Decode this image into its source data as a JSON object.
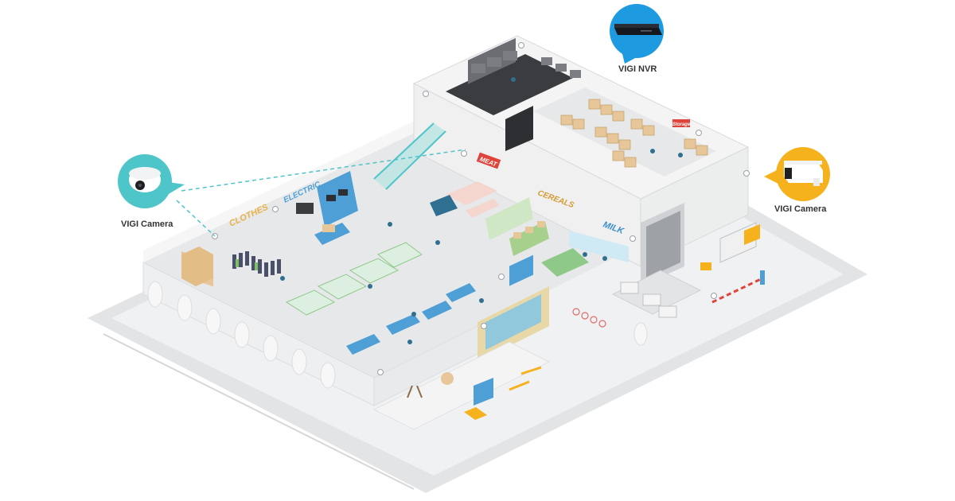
{
  "callouts": {
    "left_camera": {
      "label": "VIGI Camera",
      "bubble_color": "#4ec5c9",
      "icon": "dome-camera-icon"
    },
    "nvr": {
      "label": "VIGI NVR",
      "bubble_color": "#1e9be0",
      "icon": "nvr-recorder-icon"
    },
    "right_camera": {
      "label": "VIGI Camera",
      "bubble_color": "#f5b21d",
      "icon": "bullet-camera-icon"
    }
  },
  "signs": {
    "clothes": "CLOTHES",
    "electric": "ELECTRIC",
    "meat": "MEAT",
    "cereals": "CEREALS",
    "milk": "MILK",
    "storage": "Storage"
  },
  "colors": {
    "floor": "#e6e7e9",
    "wall": "#f2f3f4",
    "road": "#e0e1e3",
    "coverage_line": "#4ec5c9",
    "shelf_green": "#8fc98a",
    "box_tan": "#e7c79a",
    "checkout_blue": "#4d9fd6"
  }
}
